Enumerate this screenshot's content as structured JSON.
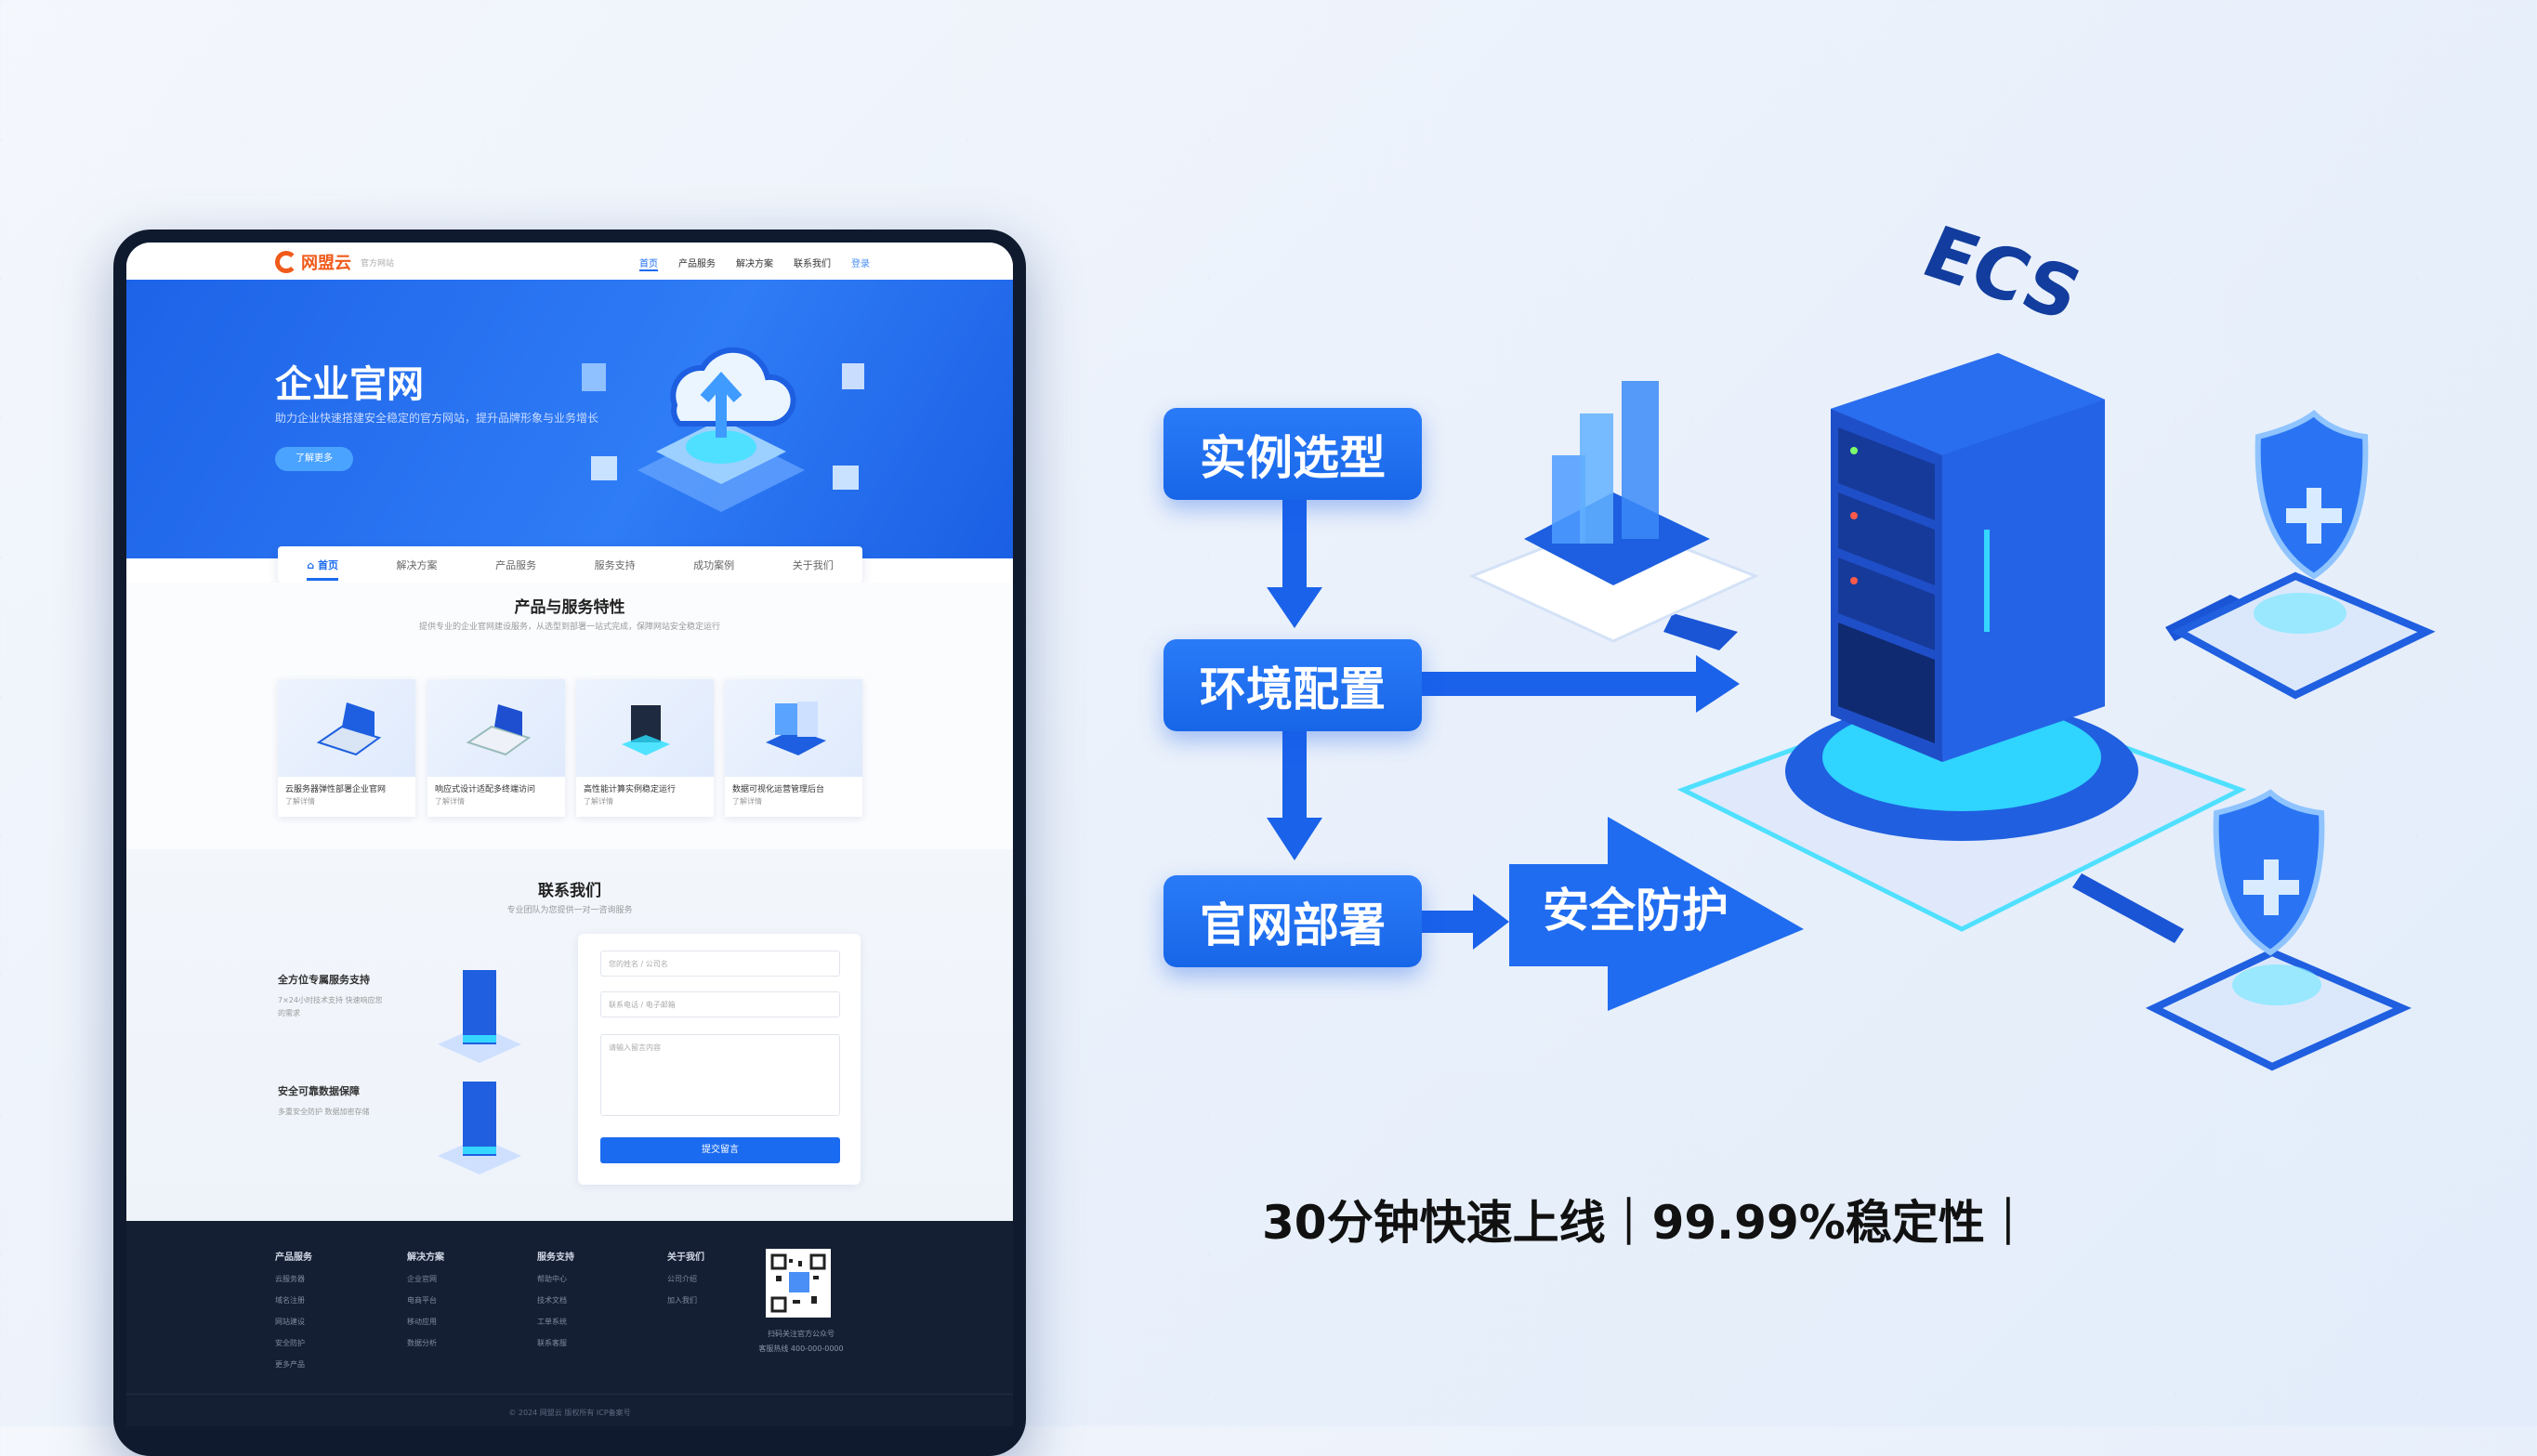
{
  "website": {
    "logo": {
      "name": "网盟云",
      "subtitle": "官方网站"
    },
    "nav": [
      "首页",
      "产品服务",
      "解决方案",
      "联系我们",
      "登录"
    ],
    "hero": {
      "title": "企业官网",
      "subtitle": "助力企业快速搭建安全稳定的官方网站，提升品牌形象与业务增长",
      "button": "了解更多"
    },
    "tabs": [
      "首页",
      "解决方案",
      "产品服务",
      "服务支持",
      "成功案例",
      "关于我们"
    ],
    "products": {
      "title": "产品与服务特性",
      "subtitle": "提供专业的企业官网建设服务，从选型到部署一站式完成，保障网站安全稳定运行",
      "cards": [
        {
          "title": "云服务器弹性部署企业官网",
          "tag": "了解详情"
        },
        {
          "title": "响应式设计适配多终端访问",
          "tag": "了解详情"
        },
        {
          "title": "高性能计算实例稳定运行",
          "tag": "了解详情"
        },
        {
          "title": "数据可视化运营管理后台",
          "tag": "了解详情"
        }
      ]
    },
    "contact": {
      "title": "联系我们",
      "subtitle": "专业团队为您提供一对一咨询服务",
      "features": [
        {
          "title": "全方位专属服务支持",
          "desc": "7×24小时技术支持 快速响应您的需求"
        },
        {
          "title": "安全可靠数据保障",
          "desc": "多重安全防护 数据加密存储"
        }
      ],
      "form": {
        "name_placeholder": "您的姓名 / 公司名",
        "phone_placeholder": "联系电话 / 电子邮箱",
        "message_placeholder": "请输入留言内容",
        "submit": "提交留言"
      }
    },
    "footer": {
      "columns": [
        {
          "title": "产品服务",
          "links": [
            "云服务器",
            "域名注册",
            "网站建设",
            "安全防护",
            "更多产品"
          ]
        },
        {
          "title": "解决方案",
          "links": [
            "企业官网",
            "电商平台",
            "移动应用",
            "数据分析"
          ]
        },
        {
          "title": "服务支持",
          "links": [
            "帮助中心",
            "技术文档",
            "工单系统",
            "联系客服"
          ]
        },
        {
          "title": "关于我们",
          "links": [
            "公司介绍",
            "加入我们"
          ]
        }
      ],
      "qr_caption": "扫码关注官方公众号",
      "contact_line": "客服热线 400-000-0000",
      "copyright": "© 2024 网盟云 版权所有 ICP备案号"
    }
  },
  "flow": {
    "steps": [
      "实例选型",
      "环境配置",
      "官网部署"
    ],
    "security": "安全防护",
    "server_label": "ECS"
  },
  "tagline": "30分钟快速上线｜99.99%稳定性｜",
  "colors": {
    "primary": "#1a6bf0",
    "logo": "#f05a1a",
    "footer": "#151f33",
    "accent": "#35d6ff"
  }
}
